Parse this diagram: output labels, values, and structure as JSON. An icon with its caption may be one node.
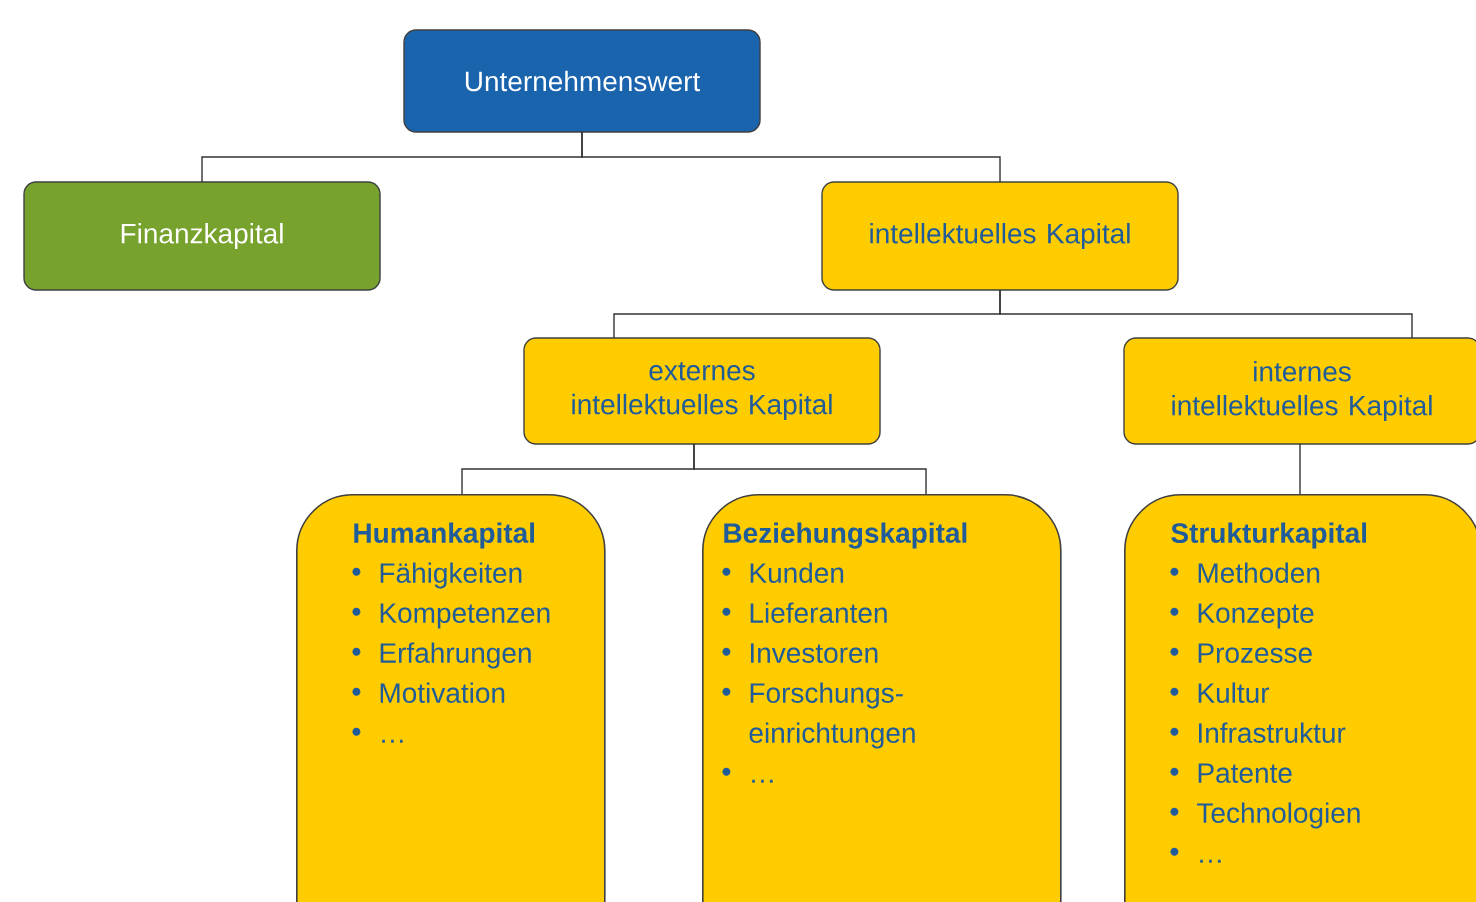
{
  "diagram": {
    "nodes": [
      {
        "text": [
          "Unternehmenswert"
        ]
      },
      {
        "text": [
          "Finanzkapital"
        ]
      },
      {
        "text": [
          "intellektuelles Kapital"
        ]
      },
      {
        "text": [
          "externes intellektuelles Kapital"
        ]
      },
      {
        "text": [
          "internes intellektuelles Kapital"
        ]
      },
      {
        "text": [
          "Humankapital",
          "Fähigkeiten",
          "Kompetenzen",
          "Erfahrungen",
          "Motivation",
          "…"
        ]
      },
      {
        "text": [
          "Beziehungskapital",
          "Kunden",
          "Lieferanten",
          "Investoren",
          "Forschungs- einrichtungen",
          "…"
        ]
      },
      {
        "text": [
          "Strukturkapital",
          "Methoden",
          "Konzepte",
          "Prozesse",
          "Kultur",
          "Infrastruktur",
          "Patente",
          "Technologien",
          "…"
        ]
      }
    ],
    "edges": [
      {
        "from": 0,
        "to": 1,
        "arrow": "none"
      },
      {
        "from": 0,
        "to": 2,
        "arrow": "none"
      },
      {
        "from": 2,
        "to": 3,
        "arrow": "none"
      },
      {
        "from": 2,
        "to": 4,
        "arrow": "none"
      },
      {
        "from": 3,
        "to": 5,
        "arrow": "none"
      },
      {
        "from": 3,
        "to": 6,
        "arrow": "none"
      },
      {
        "from": 4,
        "to": 7,
        "arrow": "none"
      }
    ]
  }
}
